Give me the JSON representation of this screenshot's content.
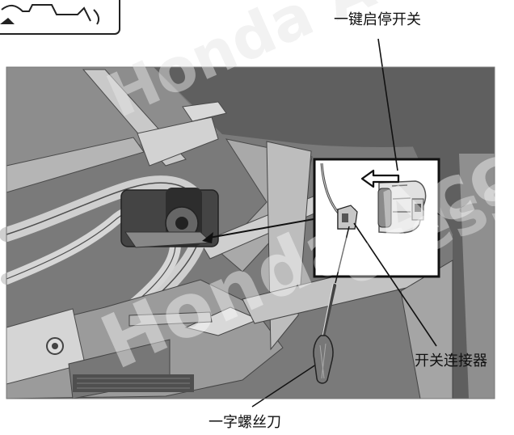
{
  "labels": {
    "one_key_switch": "一键启停开关",
    "switch_connector": "开关连接器",
    "flat_screwdriver": "一字螺丝刀"
  },
  "watermark": {
    "brand_top": "Honda A",
    "brand_main": "Honda Access",
    "brand_right": "ccess"
  },
  "icons": {
    "direction_arrow": "left-arrow-outline-icon"
  },
  "colors": {
    "background": "#ffffff",
    "photo_gray": "#6f6f6f",
    "inset_border": "#111111",
    "leader_line": "#111111"
  }
}
